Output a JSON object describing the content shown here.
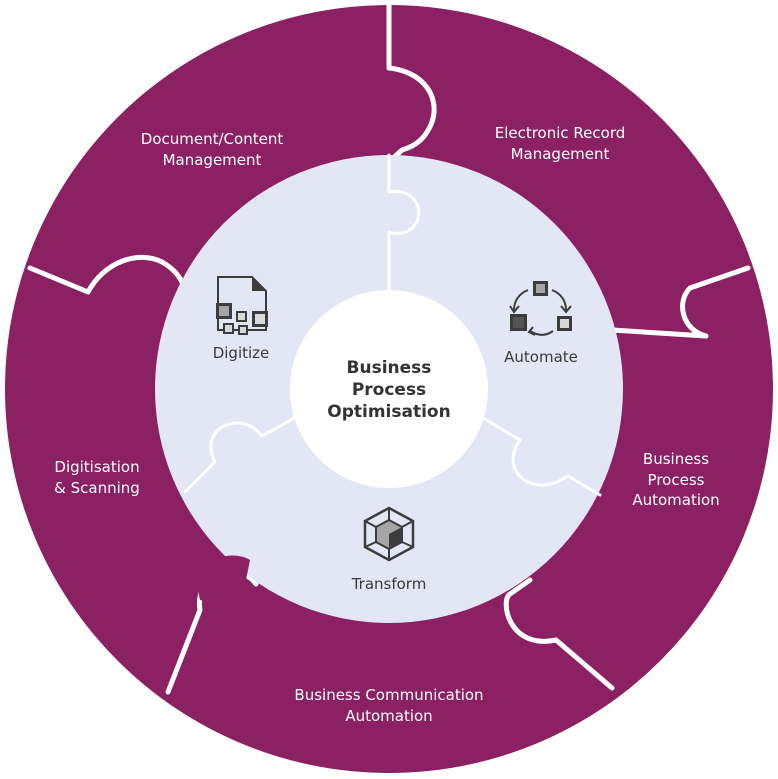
{
  "colors": {
    "outer_ring": "#8b2162",
    "inner_ring": "#e3e6f5",
    "center": "#ffffff",
    "icon_fill": "#a6a6a6",
    "icon_dark": "#3c3c3c"
  },
  "center": {
    "line1": "Business",
    "line2": "Process",
    "line3": "Optimisation"
  },
  "inner": {
    "digitize": {
      "label": "Digitize",
      "icon": "document-grid-icon"
    },
    "automate": {
      "label": "Automate",
      "icon": "cycle-arrows-icon"
    },
    "transform": {
      "label": "Transform",
      "icon": "hexagon-cube-icon"
    }
  },
  "outer": {
    "doc_content": {
      "line1": "Document/Content",
      "line2": "Management"
    },
    "electronic_record": {
      "line1": "Electronic Record",
      "line2": "Management"
    },
    "bpa": {
      "line1": "Business",
      "line2": "Process",
      "line3": "Automation"
    },
    "bca": {
      "line1": "Business Communication",
      "line2": "Automation"
    },
    "digitisation": {
      "line1": "Digitisation",
      "line2": "& Scanning"
    }
  }
}
